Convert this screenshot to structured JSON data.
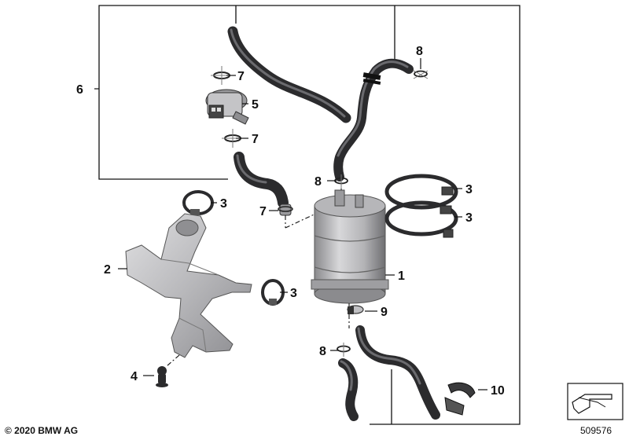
{
  "callouts": {
    "part_1": "1",
    "part_2": "2",
    "part_3a": "3",
    "part_3b": "3",
    "part_3c": "3",
    "part_3d": "3",
    "part_4": "4",
    "part_5": "5",
    "part_6": "6",
    "part_7a": "7",
    "part_7b": "7",
    "part_7c": "7",
    "part_8a": "8",
    "part_8b": "8",
    "part_8c": "8",
    "part_9": "9",
    "part_10": "10"
  },
  "footer": {
    "copyright": "© 2020 BMW AG",
    "document_number": "509576"
  },
  "colors": {
    "hose": "#2b2b2d",
    "metal_light": "#c9c9cb",
    "metal_dark": "#7d7d80",
    "line": "#111111"
  }
}
